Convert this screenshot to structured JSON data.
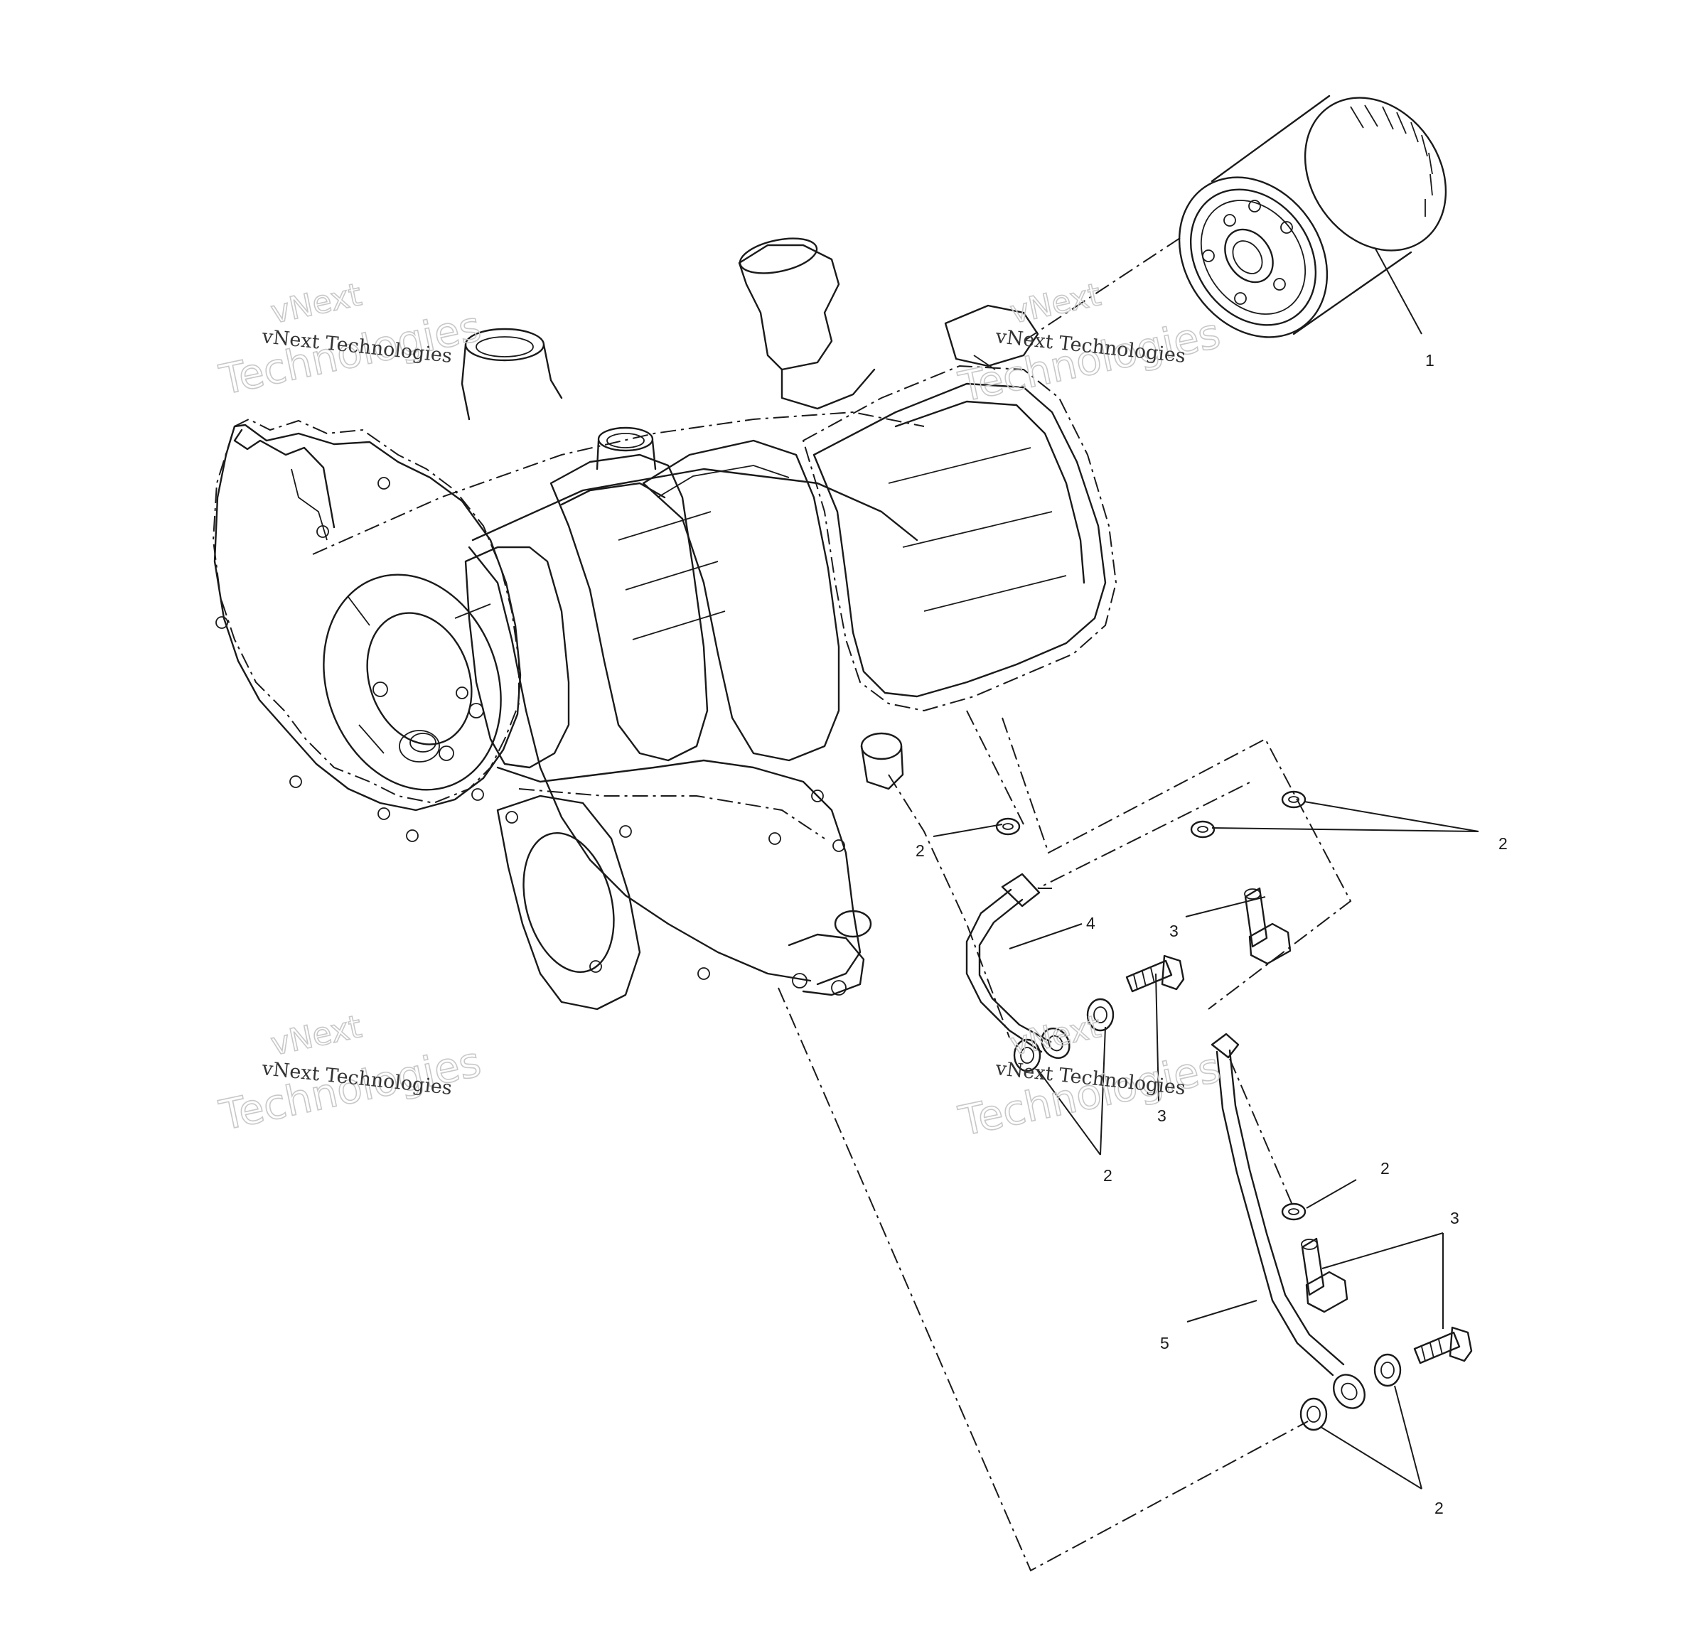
{
  "diagram": {
    "callouts": {
      "c1": "1",
      "c2a": "2",
      "c2b": "2",
      "c2c": "2",
      "c2d": "2",
      "c2e": "2",
      "c3a": "3",
      "c3b": "3",
      "c3c": "3",
      "c4": "4",
      "c5": "5"
    }
  },
  "watermarks": {
    "brand_line": "vNext Technologies",
    "big_word_1": "vNext",
    "big_word_2": "Technologies"
  }
}
